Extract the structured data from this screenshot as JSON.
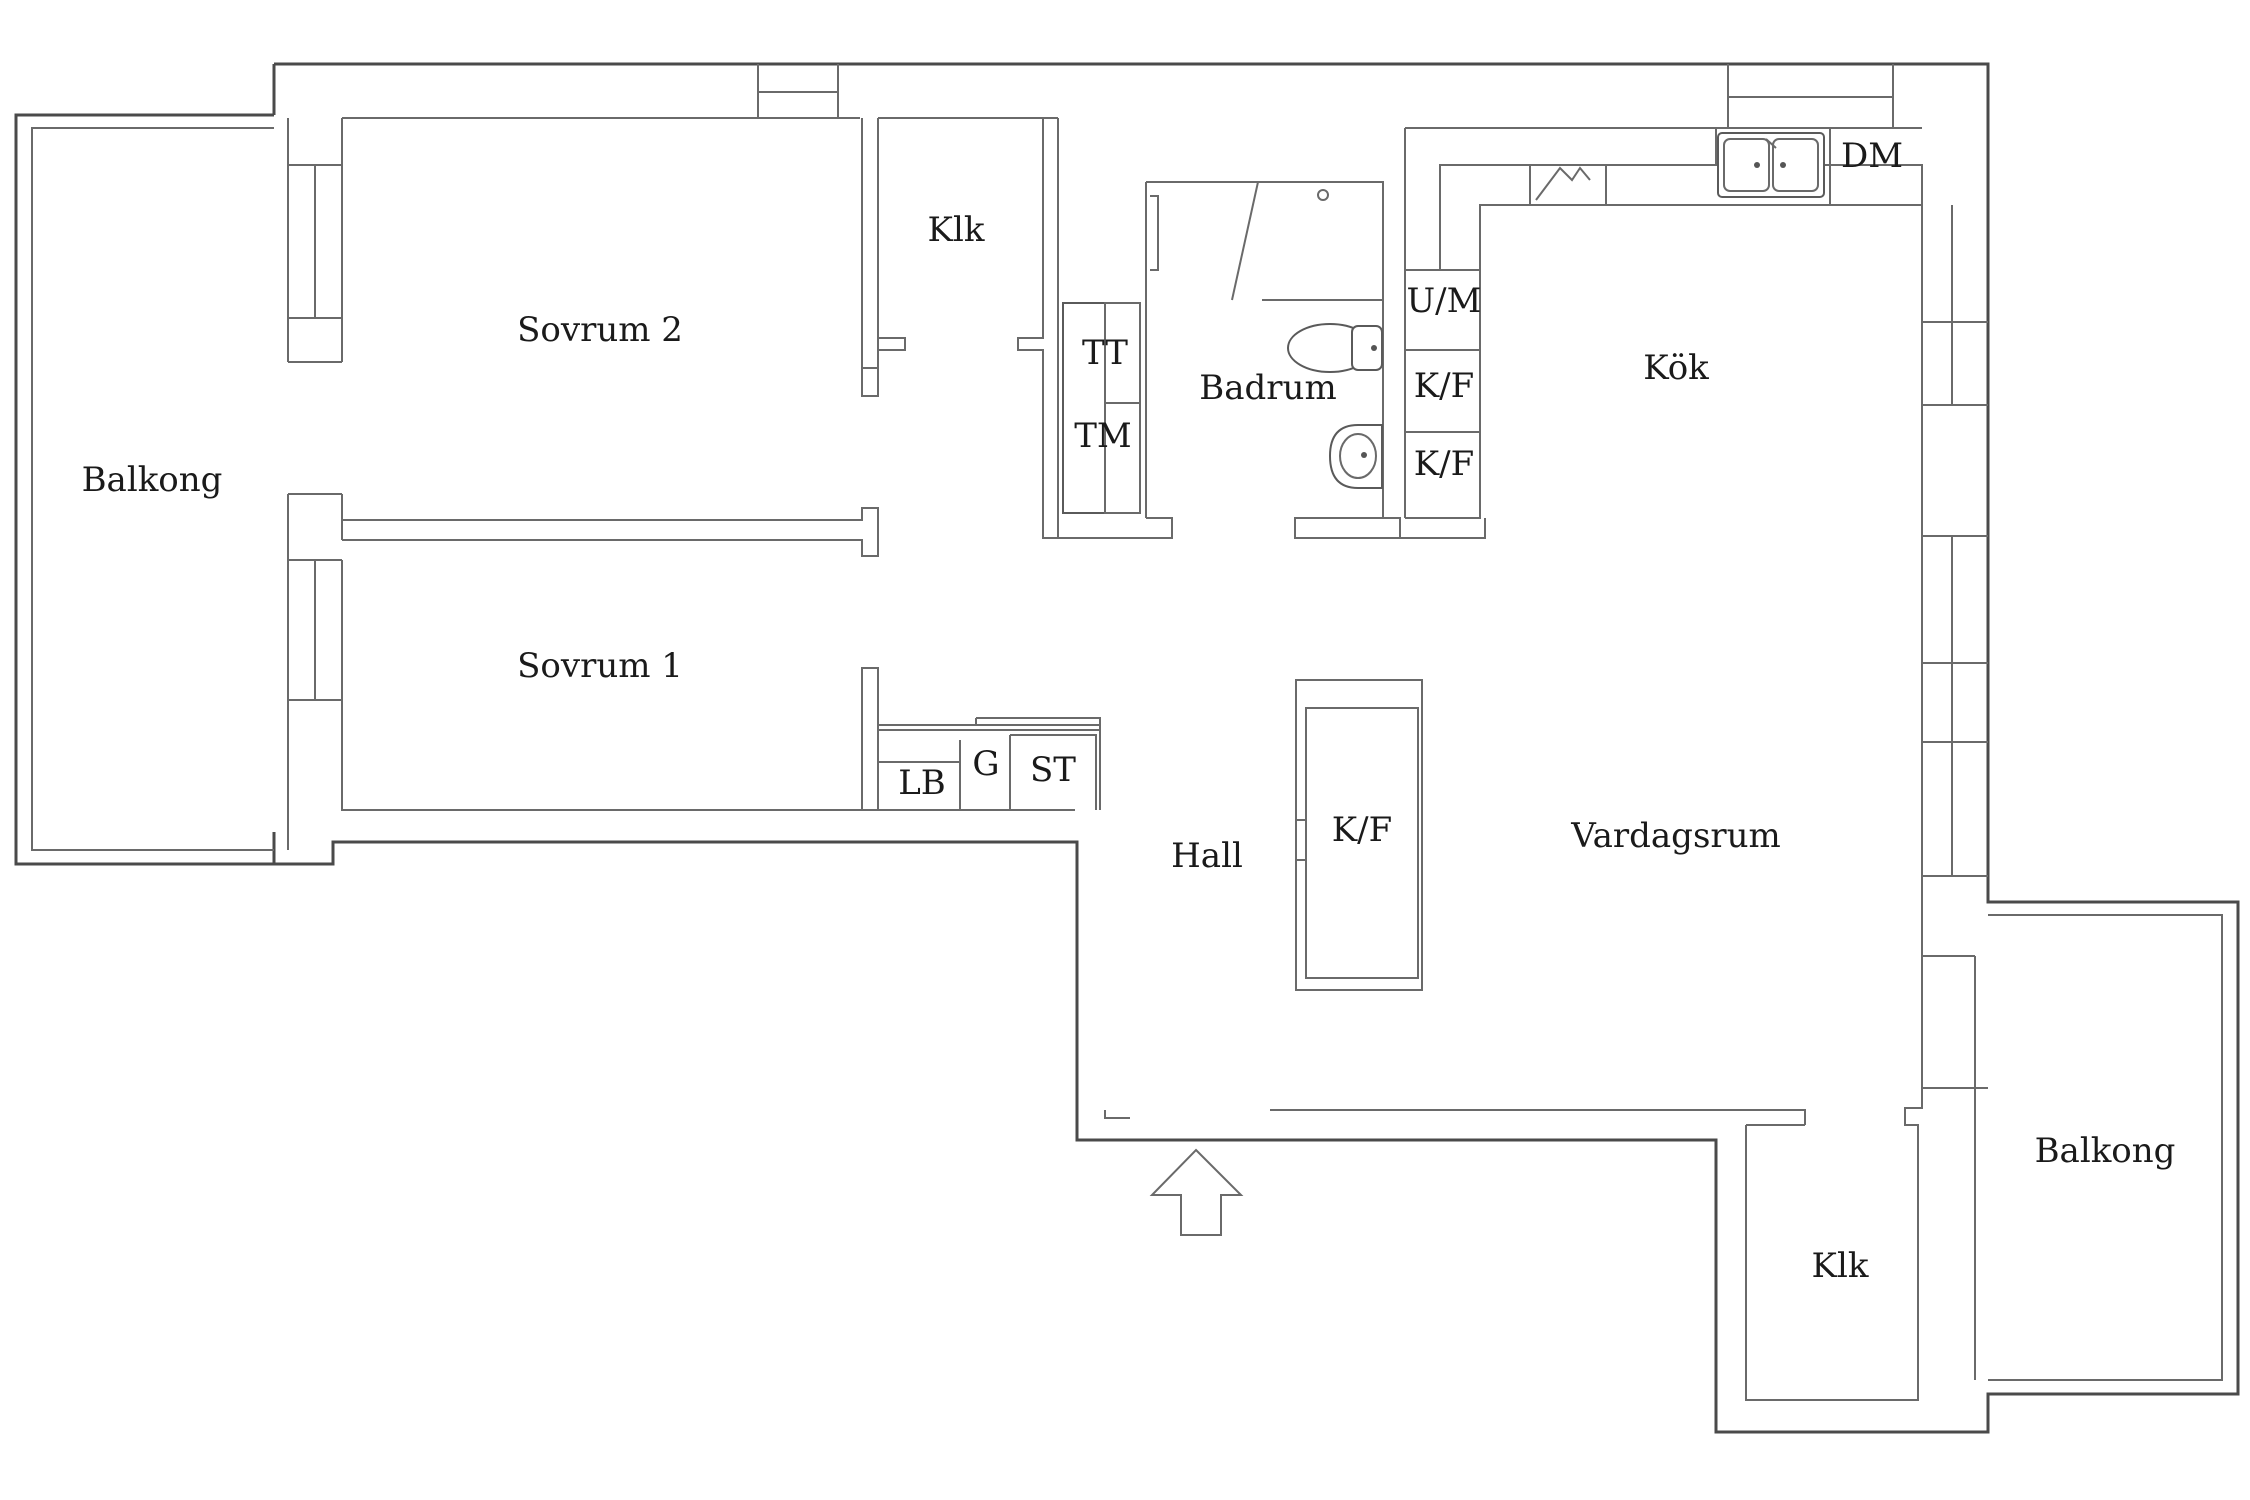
{
  "rooms": {
    "balkong_west": "Balkong",
    "sovrum2": "Sovrum 2",
    "sovrum1": "Sovrum 1",
    "klk_north": "Klk",
    "badrum": "Badrum",
    "kok": "Kök",
    "hall": "Hall",
    "vardagsrum": "Vardagsrum",
    "klk_south": "Klk",
    "balkong_east": "Balkong"
  },
  "fixtures": {
    "tt": "TT",
    "tm": "TM",
    "um": "U/M",
    "kf_kitchen_upper": "K/F",
    "kf_kitchen_lower": "K/F",
    "dm": "DM",
    "lb": "LB",
    "g": "G",
    "st": "ST",
    "kf_hall": "K/F"
  },
  "icons": {
    "entrance": "entrance-arrow-icon",
    "sink": "double-sink-icon",
    "toilet": "toilet-icon",
    "basin": "wash-basin-icon"
  }
}
